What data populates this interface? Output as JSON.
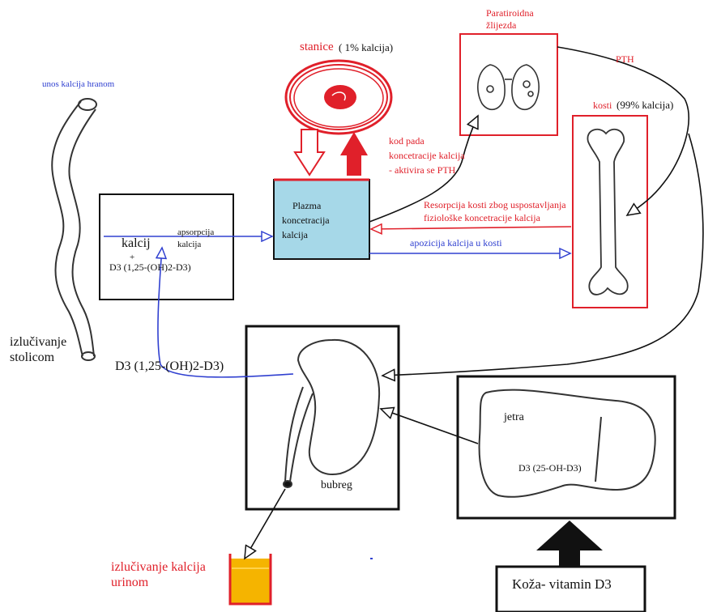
{
  "labels": {
    "food_intake": "unos kalcija hranom",
    "stool_excretion_1": "izlučivanje",
    "stool_excretion_2": "stolicom",
    "cells": "stanice",
    "cells_pct": "( 1% kalcija)",
    "parathyroid_1": "Paratiroidna",
    "parathyroid_2": "žlijezda",
    "pth": "PTH",
    "bones": "kosti",
    "bones_pct": "(99% kalcija)",
    "pth_drop_1": "kod pada",
    "pth_drop_2": "koncetracije kalcija",
    "pth_drop_3": "- aktivira se PTH",
    "plasma_1": "Plazma",
    "plasma_2": "koncetracija",
    "plasma_3": "kalcija",
    "calcium": "kalcij",
    "plus": "+",
    "d3_gut": "D3 (1,25-(OH)2-D3)",
    "absorption_1": "apsorpcija",
    "absorption_2": "kalcija",
    "resorption_1": "Resorpcija kosti zbog uspostavljanja",
    "resorption_2": "fiziološke koncetracije kalcija",
    "apposition": "apozicija kalcija u kosti",
    "d3_kidney": "D3 (1,25-(OH)2-D3)",
    "kidney": "bubreg",
    "liver": "jetra",
    "d3_liver": "D3 (25-OH-D3)",
    "urine_1": "izlučivanje kalcija",
    "urine_2": "urinom",
    "skin": "Koža- vitamin D3"
  },
  "colors": {
    "red": "#e0202a",
    "blue": "#3040d0",
    "plasma_fill": "#a6d8e8",
    "urine_fill": "#f5b400",
    "black": "#111111"
  }
}
